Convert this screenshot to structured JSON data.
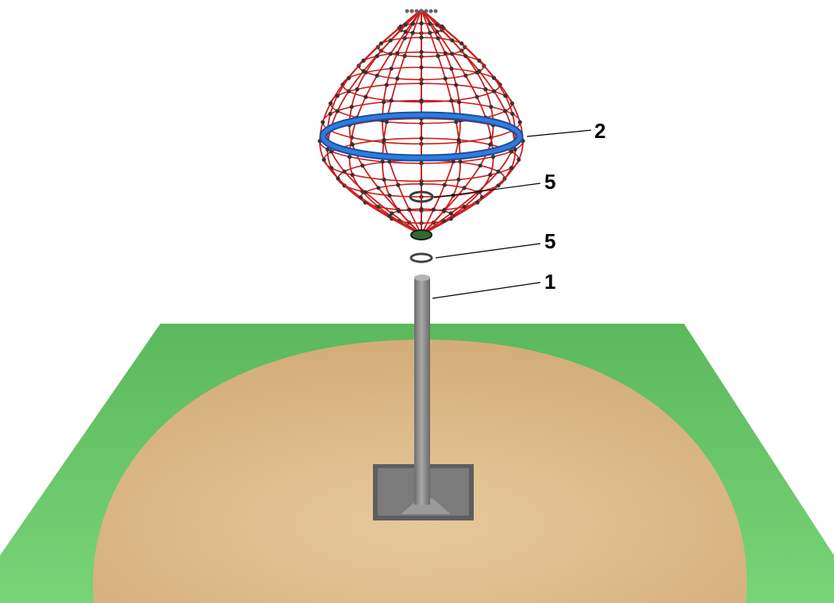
{
  "colors": {
    "ground_grass": "#5fbf5f",
    "ground_grass_light": "#73d373",
    "sand": "#d9b785",
    "sand_light": "#e6c59a",
    "pit": "#6f6f6f",
    "pole": "#8a8a8a",
    "net_rope": "#cc1f1f",
    "net_knot": "#333333",
    "ring_top": "#2a6fd1",
    "ring_small": "#555555",
    "hub": "#2f6b2f"
  },
  "callouts": {
    "ring": "2",
    "inner_ring": "5",
    "lower_ring": "5",
    "pole": "1"
  }
}
